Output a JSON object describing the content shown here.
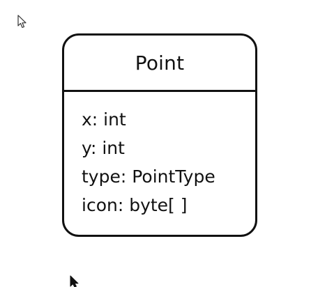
{
  "diagram": {
    "class_name": "Point",
    "attributes": [
      "x: int",
      "y: int",
      "type: PointType",
      "icon: byte[ ]"
    ]
  },
  "icons": {
    "cursor_top": "arrow-cursor-outline-icon",
    "cursor_bottom": "arrow-cursor-filled-icon"
  },
  "colors": {
    "stroke": "#111111",
    "background": "#ffffff"
  }
}
